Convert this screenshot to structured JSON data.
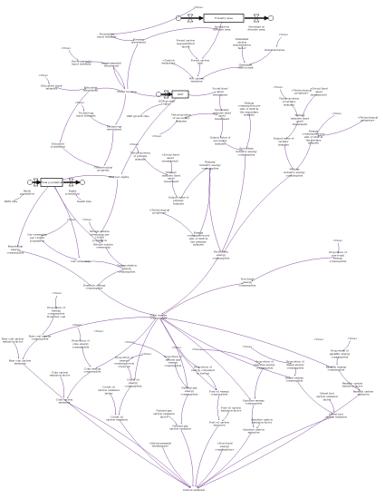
{
  "colors": {
    "link": "#6b2a8c",
    "ink": "#111111",
    "background": "#ffffff"
  },
  "diagram": {
    "stocks": [
      {
        "id": "forest_area",
        "label": "Forestry area"
      },
      {
        "id": "gdp",
        "label": "GDP"
      },
      {
        "id": "pop",
        "label": "Total population"
      }
    ],
    "flows": [
      {
        "id": "inc_forest",
        "label": "Increase in forestry area"
      },
      {
        "id": "dec_forest",
        "label": "Decrease in forestry area"
      },
      {
        "id": "gdp_growth",
        "label": "GDP growth value"
      },
      {
        "id": "birth",
        "label": "Birth population"
      },
      {
        "id": "death",
        "label": "Death population"
      }
    ],
    "nodes": [
      {
        "id": "time1",
        "label": "<Time>"
      },
      {
        "id": "forestry_input",
        "label": "Forestation input intensity"
      },
      {
        "id": "forestry_inv",
        "label": "Forestry investment"
      },
      {
        "id": "fc_seq_factor",
        "label": "Forest carbon sequestration factor"
      },
      {
        "id": "grass_seq_factor",
        "label": "Grassland carbon sequestration factor"
      },
      {
        "id": "grassland",
        "label": "Grassland area"
      },
      {
        "id": "time2",
        "label": "<Time>"
      },
      {
        "id": "time3",
        "label": "<Time>"
      },
      {
        "id": "env_input",
        "label": "Environmental input intensity"
      },
      {
        "id": "env_inv",
        "label": "Environmental investment"
      },
      {
        "id": "carbon_emission_in",
        "label": "<Carbon emission>"
      },
      {
        "id": "forest_sink",
        "label": "Forest carbon sink"
      },
      {
        "id": "grass_sink",
        "label": "Grassland carbon sink"
      },
      {
        "id": "net_emission",
        "label": "Net carbon emission"
      },
      {
        "id": "time4",
        "label": "<Time>"
      },
      {
        "id": "edu_input",
        "label": "Education input intensity"
      },
      {
        "id": "edu_inv",
        "label": "Education investment"
      },
      {
        "id": "fiscal",
        "label": "Fiscal revenue"
      },
      {
        "id": "sfai",
        "label": "Social fixed asset investment"
      },
      {
        "id": "time5",
        "label": "<Time>"
      },
      {
        "id": "tech_input",
        "label": "Technology input intensity"
      },
      {
        "id": "tech_inv",
        "label": "Technology investment"
      },
      {
        "id": "gdp_growth_rate",
        "label": "GDP growth rate"
      },
      {
        "id": "sec_prop",
        "label": "The proportion of secondary industry"
      },
      {
        "id": "sec_fa",
        "label": "Secondary industry fixed asset investment"
      },
      {
        "id": "time_tech",
        "label": "<Technological progress>"
      },
      {
        "id": "edu_pop",
        "label": "Educated population"
      },
      {
        "id": "time6",
        "label": "<Time>"
      },
      {
        "id": "sec_output",
        "label": "Output value of secondary industry"
      },
      {
        "id": "time7",
        "label": "<Time>"
      },
      {
        "id": "prim_prop",
        "label": "The proportion of primary industry"
      },
      {
        "id": "tech_progress",
        "label": "Technological progress"
      },
      {
        "id": "sec_ec_unit",
        "label": "Energy consumption per unit of GDP in the secondary industry"
      },
      {
        "id": "sec_ec",
        "label": "Secondary industry energy consumption"
      },
      {
        "id": "time8",
        "label": "<Time>"
      },
      {
        "id": "ter_prop",
        "label": "The proportion of tertiary industry"
      },
      {
        "id": "sfai2",
        "label": "<Social fixed asset investment>"
      },
      {
        "id": "ter_fa",
        "label": "Tertiary industry fixed asset investment"
      },
      {
        "id": "ter_output",
        "label": "Output value of tertiary industry"
      },
      {
        "id": "ter_ec_unit",
        "label": "Energy consumption per unit of GDP in the tertiary industry"
      },
      {
        "id": "ter_ec",
        "label": "Tertiary industry energy consumption"
      },
      {
        "id": "time9",
        "label": "<Time>"
      },
      {
        "id": "tech2",
        "label": "<Technological progress>"
      },
      {
        "id": "gdp_pc",
        "label": "GDP per capita"
      },
      {
        "id": "sfai3",
        "label": "<Social fixed asset investment>"
      },
      {
        "id": "prim_fa",
        "label": "Primary industry fixed asset investment"
      },
      {
        "id": "prim_output",
        "label": "Output value of primary industry"
      },
      {
        "id": "prim_ec",
        "label": "Primary industry energy consumption"
      },
      {
        "id": "prim_ec_unit",
        "label": "Energy consumption per unit of GDP in the primary industry"
      },
      {
        "id": "tech3",
        "label": "<Technological progress>"
      },
      {
        "id": "birth_rate",
        "label": "Birth rate"
      },
      {
        "id": "death_rate",
        "label": "Death rate"
      },
      {
        "id": "time10",
        "label": "<Time>"
      },
      {
        "id": "time11",
        "label": "<Time>"
      },
      {
        "id": "car_per",
        "label": "Car ownership per 10,000 population"
      },
      {
        "id": "private_veh",
        "label": "Private vehicle ownership per 10,000 population"
      },
      {
        "id": "res_ec",
        "label": "Residential energy consumption"
      },
      {
        "id": "car_own",
        "label": "Car ownership"
      },
      {
        "id": "private_veh2",
        "label": "Private vehicle ownership"
      },
      {
        "id": "trans_ec",
        "label": "Transportation energy consumption"
      },
      {
        "id": "prod_ec",
        "label": "Production energy consumption"
      },
      {
        "id": "time12",
        "label": "<Time>"
      },
      {
        "id": "dom_ec",
        "label": "Domestic energy consumption"
      },
      {
        "id": "nonfossil_prop",
        "label": "Proportion of non-fossil energy consumption"
      },
      {
        "id": "nonfossil_ec",
        "label": "Non-fossil energy consumption"
      },
      {
        "id": "total_ec",
        "label": "Total energy consumption"
      },
      {
        "id": "time13",
        "label": "<Time>"
      },
      {
        "id": "coal_prop",
        "label": "Proportion of energy consumption from raw coal"
      },
      {
        "id": "time14",
        "label": "<Time>"
      },
      {
        "id": "time15",
        "label": "<Time>"
      },
      {
        "id": "coke_prop",
        "label": "Proportion of coke energy consumption"
      },
      {
        "id": "time16",
        "label": "<Time>"
      },
      {
        "id": "raw_coal_factor",
        "label": "Raw coal carbon emission factor"
      },
      {
        "id": "raw_coal_ec",
        "label": "Raw coal energy consumption"
      },
      {
        "id": "time17",
        "label": "<Time>"
      },
      {
        "id": "crude_prop",
        "label": "Proportion of energy consumption in crude oil"
      },
      {
        "id": "time18",
        "label": "<Time>"
      },
      {
        "id": "gas_prop",
        "label": "Proportion of natural gas energy consumption"
      },
      {
        "id": "time19",
        "label": "<Time>"
      },
      {
        "id": "fuel_prop",
        "label": "Proportion of energy consumed in fuel oil"
      },
      {
        "id": "time20",
        "label": "<Time>"
      },
      {
        "id": "gasoline_prop",
        "label": "Proportion of gasoline energy consumption"
      },
      {
        "id": "time21",
        "label": "<Time>"
      },
      {
        "id": "diesel_prop",
        "label": "Proportion of diesel energy consumption"
      },
      {
        "id": "time22",
        "label": "<Time>"
      },
      {
        "id": "paraffin_prop",
        "label": "Proportion of paraffin energy consumption"
      },
      {
        "id": "coke_ec",
        "label": "Coke energy consumption"
      },
      {
        "id": "raw_coal_em",
        "label": "Raw coal carbon emission"
      },
      {
        "id": "coke_factor",
        "label": "Coke carbon emission factor"
      },
      {
        "id": "crude_ec",
        "label": "Crude oil energy consumption"
      },
      {
        "id": "gas_ec",
        "label": "Natural gas energy consumption"
      },
      {
        "id": "fuel_ec",
        "label": "Fuel oil energy consumption"
      },
      {
        "id": "gasoline_ec",
        "label": "Gasoline energy consumption"
      },
      {
        "id": "diesel_ec",
        "label": "Diesel energy consumption"
      },
      {
        "id": "paraffin_ec",
        "label": "Paraffin energy consumption"
      },
      {
        "id": "coke_em",
        "label": "Coke carbon emission"
      },
      {
        "id": "crude_factor",
        "label": "Crude oil carbon emission factor"
      },
      {
        "id": "gas_factor",
        "label": "Natural gas carbon emission factor"
      },
      {
        "id": "fuel_factor",
        "label": "Fuel oil carbon emission factor"
      },
      {
        "id": "gasoline_factor",
        "label": "Gasoline carbon emission factor"
      },
      {
        "id": "diesel_factor",
        "label": "Diesel fuel carbon emission factor"
      },
      {
        "id": "paraffin_factor",
        "label": "Paraffin carbon emission factor"
      },
      {
        "id": "crude_em",
        "label": "Crude oil carbon emission"
      },
      {
        "id": "gas_em",
        "label": "Natural gas carbon emission"
      },
      {
        "id": "fuel_em",
        "label": "Fuel oil carbon emission"
      },
      {
        "id": "gasoline_em",
        "label": "Gasoline carbon emission"
      },
      {
        "id": "diesel_em",
        "label": "Diesel fuel carbon emission"
      },
      {
        "id": "paraffin_em",
        "label": "Paraffin carbon emission"
      },
      {
        "id": "env_inv2",
        "label": "<Environmental investment>"
      },
      {
        "id": "nonfossil2",
        "label": "<Non-fossil energy consumption>"
      },
      {
        "id": "carbon_emission",
        "label": "Carbon emission"
      }
    ],
    "edges": [
      [
        "time1",
        "forestry_input"
      ],
      [
        "forestry_input",
        "forestry_inv"
      ],
      [
        "forestry_inv",
        "inc_forest"
      ],
      [
        "fc_seq_factor",
        "forest_sink"
      ],
      [
        "forest_area",
        "forest_sink"
      ],
      [
        "grass_seq_factor",
        "grass_sink"
      ],
      [
        "grassland",
        "grass_sink"
      ],
      [
        "time2",
        "grassland"
      ],
      [
        "forest_sink",
        "net_emission"
      ],
      [
        "grass_sink",
        "net_emission"
      ],
      [
        "carbon_emission_in",
        "net_emission"
      ],
      [
        "time3",
        "env_input"
      ],
      [
        "env_input",
        "env_inv"
      ],
      [
        "env_inv",
        "fiscal"
      ],
      [
        "fiscal",
        "forestry_inv"
      ],
      [
        "fiscal",
        "edu_inv"
      ],
      [
        "fiscal",
        "tech_inv"
      ],
      [
        "fiscal",
        "env_inv"
      ],
      [
        "time4",
        "edu_input"
      ],
      [
        "edu_input",
        "edu_inv"
      ],
      [
        "time5",
        "tech_input"
      ],
      [
        "tech_input",
        "tech_inv"
      ],
      [
        "gdp",
        "fiscal"
      ],
      [
        "gdp",
        "sfai"
      ],
      [
        "gdp_growth_rate",
        "gdp_growth"
      ],
      [
        "sfai",
        "sec_fa"
      ],
      [
        "sec_prop",
        "sec_fa"
      ],
      [
        "time6",
        "sec_prop"
      ],
      [
        "sec_fa",
        "sec_output"
      ],
      [
        "sec_output",
        "sec_ec"
      ],
      [
        "sec_ec_unit",
        "sec_ec"
      ],
      [
        "time8",
        "ter_prop"
      ],
      [
        "ter_prop",
        "ter_fa"
      ],
      [
        "sfai2",
        "ter_fa"
      ],
      [
        "ter_fa",
        "ter_output"
      ],
      [
        "ter_output",
        "ter_ec"
      ],
      [
        "ter_ec_unit",
        "ter_ec"
      ],
      [
        "time9",
        "ter_ec_unit"
      ],
      [
        "tech2",
        "ter_ec_unit"
      ],
      [
        "edu_inv",
        "edu_pop"
      ],
      [
        "tech_inv",
        "tech_progress"
      ],
      [
        "edu_pop",
        "tech_progress"
      ],
      [
        "time7",
        "prim_prop"
      ],
      [
        "prim_prop",
        "prim_fa"
      ],
      [
        "sfai3",
        "prim_fa"
      ],
      [
        "prim_fa",
        "prim_output"
      ],
      [
        "prim_output",
        "prim_ec"
      ],
      [
        "prim_ec_unit",
        "prim_ec"
      ],
      [
        "tech3",
        "prim_ec_unit"
      ],
      [
        "gdp",
        "gdp_pc"
      ],
      [
        "pop",
        "gdp_pc"
      ],
      [
        "birth_rate",
        "birth"
      ],
      [
        "death_rate",
        "death"
      ],
      [
        "pop",
        "res_ec"
      ],
      [
        "time10",
        "car_per"
      ],
      [
        "car_per",
        "car_own"
      ],
      [
        "pop",
        "car_own"
      ],
      [
        "time11",
        "private_veh"
      ],
      [
        "private_veh",
        "private_veh2"
      ],
      [
        "pop",
        "private_veh2"
      ],
      [
        "car_own",
        "trans_ec"
      ],
      [
        "private_veh2",
        "trans_ec"
      ],
      [
        "gdp_pc",
        "private_veh"
      ],
      [
        "prim_ec",
        "prod_ec"
      ],
      [
        "sec_ec",
        "prod_ec"
      ],
      [
        "ter_ec",
        "prod_ec"
      ],
      [
        "res_ec",
        "dom_ec"
      ],
      [
        "trans_ec",
        "dom_ec"
      ],
      [
        "time12",
        "nonfossil_prop"
      ],
      [
        "nonfossil_prop",
        "nonfossil_ec"
      ],
      [
        "prod_ec",
        "total_ec"
      ],
      [
        "dom_ec",
        "total_ec"
      ],
      [
        "total_ec",
        "nonfossil_ec"
      ],
      [
        "time13",
        "coal_prop"
      ],
      [
        "coal_prop",
        "raw_coal_ec"
      ],
      [
        "total_ec",
        "raw_coal_ec"
      ],
      [
        "time14",
        "coke_prop"
      ],
      [
        "coke_prop",
        "coke_ec"
      ],
      [
        "total_ec",
        "coke_ec"
      ],
      [
        "time16",
        "crude_prop"
      ],
      [
        "crude_prop",
        "crude_ec"
      ],
      [
        "total_ec",
        "crude_ec"
      ],
      [
        "time17",
        "gas_prop"
      ],
      [
        "gas_prop",
        "gas_ec"
      ],
      [
        "total_ec",
        "gas_ec"
      ],
      [
        "time18",
        "fuel_prop"
      ],
      [
        "fuel_prop",
        "fuel_ec"
      ],
      [
        "total_ec",
        "fuel_ec"
      ],
      [
        "time19",
        "gasoline_prop"
      ],
      [
        "gasoline_prop",
        "gasoline_ec"
      ],
      [
        "total_ec",
        "gasoline_ec"
      ],
      [
        "time20",
        "diesel_prop"
      ],
      [
        "diesel_prop",
        "diesel_ec"
      ],
      [
        "total_ec",
        "diesel_ec"
      ],
      [
        "time22",
        "paraffin_prop"
      ],
      [
        "paraffin_prop",
        "paraffin_ec"
      ],
      [
        "total_ec",
        "paraffin_ec"
      ],
      [
        "raw_coal_ec",
        "raw_coal_em"
      ],
      [
        "raw_coal_factor",
        "raw_coal_em"
      ],
      [
        "coke_ec",
        "coke_em"
      ],
      [
        "coke_factor",
        "coke_em"
      ],
      [
        "crude_ec",
        "crude_em"
      ],
      [
        "crude_factor",
        "crude_em"
      ],
      [
        "gas_ec",
        "gas_em"
      ],
      [
        "gas_factor",
        "gas_em"
      ],
      [
        "fuel_ec",
        "fuel_em"
      ],
      [
        "fuel_factor",
        "fuel_em"
      ],
      [
        "gasoline_ec",
        "gasoline_em"
      ],
      [
        "gasoline_factor",
        "gasoline_em"
      ],
      [
        "diesel_ec",
        "diesel_em"
      ],
      [
        "diesel_factor",
        "diesel_em"
      ],
      [
        "paraffin_ec",
        "paraffin_em"
      ],
      [
        "paraffin_factor",
        "paraffin_em"
      ],
      [
        "raw_coal_em",
        "carbon_emission"
      ],
      [
        "coke_em",
        "carbon_emission"
      ],
      [
        "crude_em",
        "carbon_emission"
      ],
      [
        "gas_em",
        "carbon_emission"
      ],
      [
        "fuel_em",
        "carbon_emission"
      ],
      [
        "gasoline_em",
        "carbon_emission"
      ],
      [
        "diesel_em",
        "carbon_emission"
      ],
      [
        "paraffin_em",
        "carbon_emission"
      ],
      [
        "env_inv2",
        "carbon_emission"
      ],
      [
        "nonfossil2",
        "carbon_emission"
      ]
    ]
  }
}
